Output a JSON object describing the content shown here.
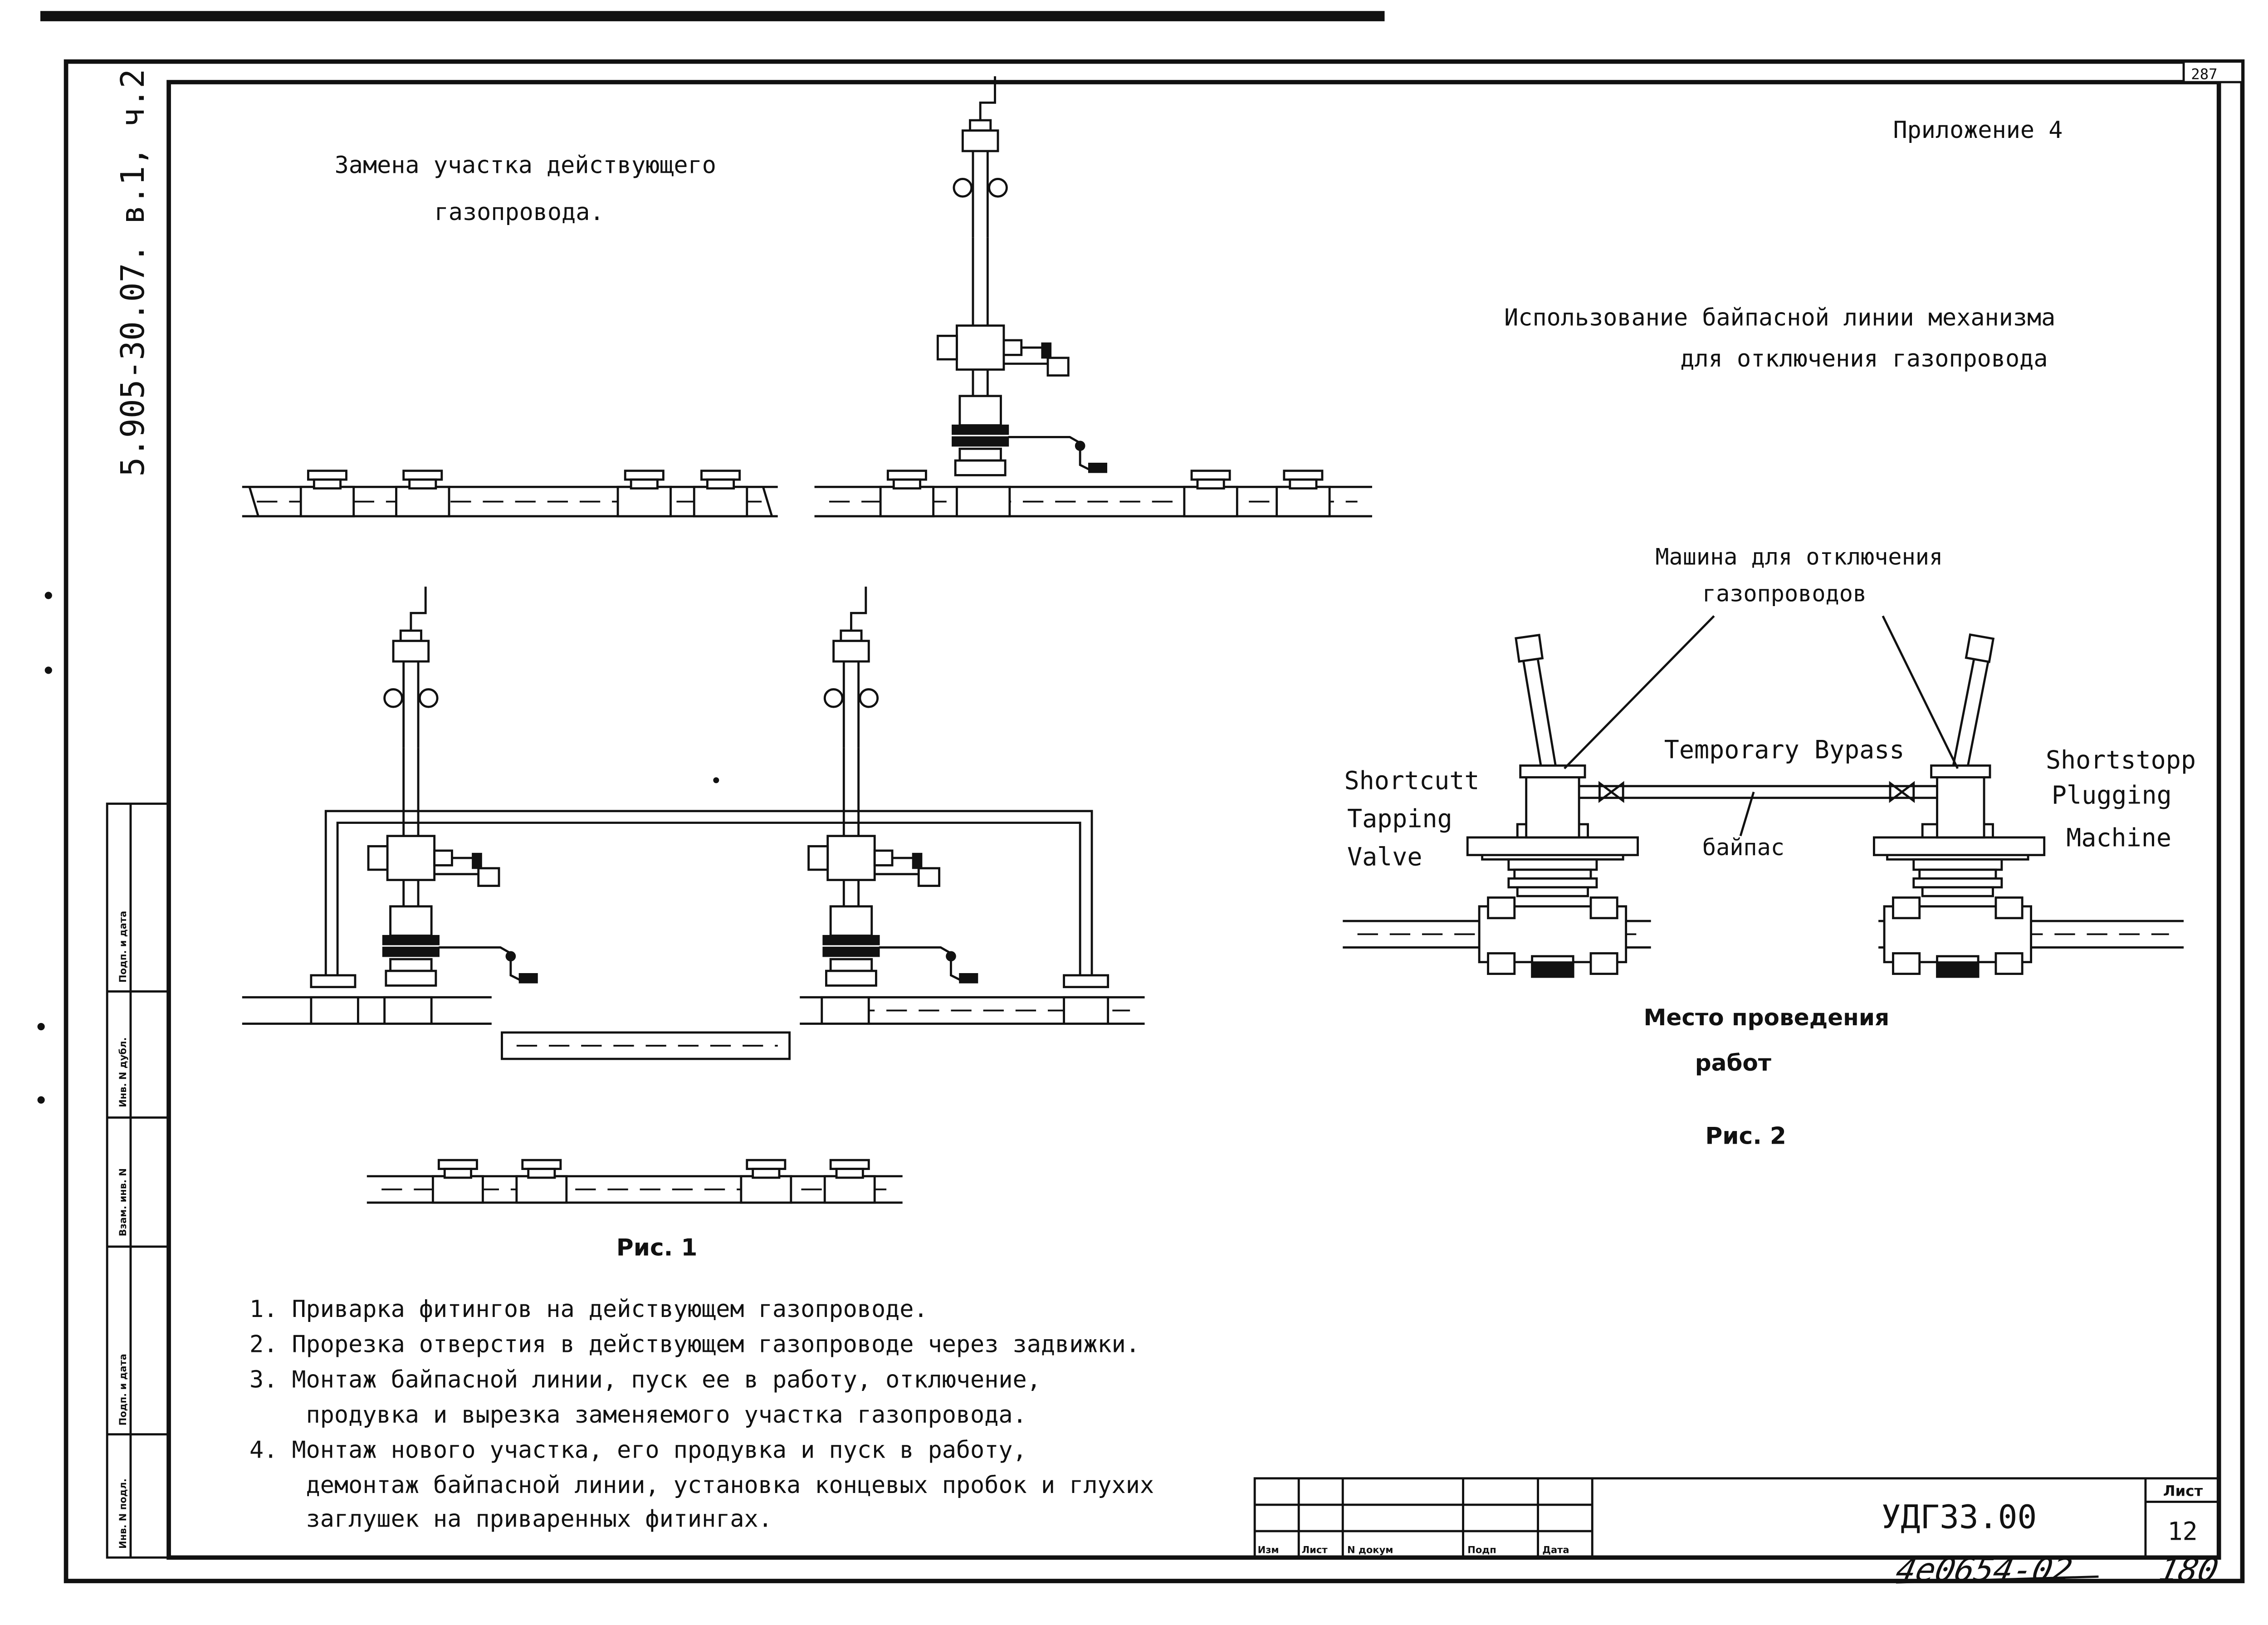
{
  "corner_number": "287",
  "side_code": "5.905-30.07. в.1, ч.2",
  "appendix": "Приложение 4",
  "title_left": [
    "Замена участка действующего",
    "газопровода."
  ],
  "title_right": [
    "Использование байпасной линии механизма",
    "для отключения газопровода"
  ],
  "fig2": {
    "machine_label": [
      "Машина для отключения",
      "газопроводов"
    ],
    "tapping_valve": [
      "Shortcutt",
      "Tapping",
      "Valve"
    ],
    "plugging_machine": [
      "Shortstopp",
      "Plugging",
      "Machine"
    ],
    "temporary_bypass": "Temporary Bypass",
    "bypass": "байпас",
    "work_site": [
      "Место проведения",
      "работ"
    ],
    "caption": "Рис. 2"
  },
  "fig1_caption": "Рис. 1",
  "steps": [
    "1. Приварка фитингов на действующем газопроводе.",
    "2. Прорезка отверстия в действующем газопроводе через задвижки.",
    "3. Монтаж байпасной линии, пуск ее в работу, отключение,",
    "    продувка и вырезка заменяемого участка газопровода.",
    "4. Монтаж нового участка, его продувка и пуск в работу,",
    "    демонтаж байпасной линии, установка концевых пробок и глухих",
    "    заглушек на приваренных фитингах."
  ],
  "left_stamp": [
    "Подп. и дата",
    "Инв. N дубл.",
    "Взам. инв. N",
    "Подп. и дата",
    "Инв. N подл."
  ],
  "title_block": {
    "columns": [
      "Изм",
      "Лист",
      "N докум",
      "Подп",
      "Дата"
    ],
    "code": "УДГЗЗ.00",
    "sheet_label": "Лист",
    "sheet_number": "12",
    "handwritten": "4e0654-02",
    "handwritten_number": "180"
  }
}
